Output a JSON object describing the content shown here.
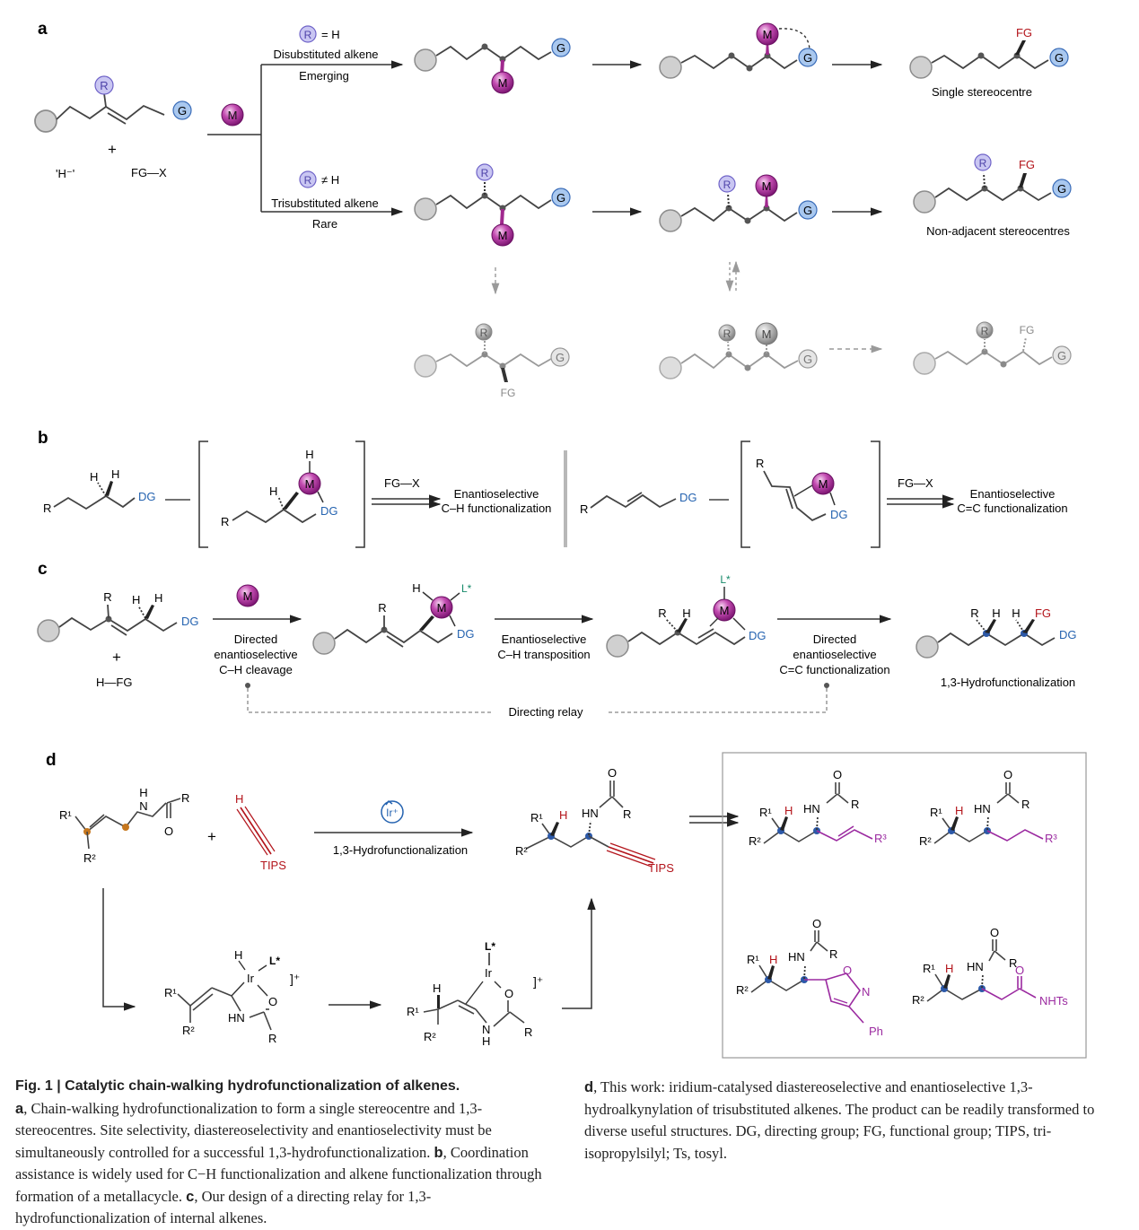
{
  "panels": {
    "a": "a",
    "b": "b",
    "c": "c",
    "d": "d"
  },
  "atoms": {
    "R": "R",
    "G": "G",
    "M": "M",
    "H": "H",
    "FG": "FG",
    "DG": "DG",
    "Lstar": "L*",
    "Ir": "Ir",
    "Irplus": "Ir⁺",
    "TIPS": "TIPS",
    "O": "O",
    "N": "N",
    "HN": "HN",
    "NH": "N",
    "Ph": "Ph",
    "NHTs": "NHTs",
    "R1": "R¹",
    "R2": "R²",
    "R3": "R³",
    "ionic_bracket": "]⁺",
    "hydride": "'H⁻'"
  },
  "panel_a": {
    "plus": "+",
    "reagent": "FG—X",
    "top_condition_eq": "= H",
    "top_label": "Disubstituted alkene",
    "top_sublabel": "Emerging",
    "bottom_condition_eq": "≠ H",
    "bottom_label": "Trisubstituted alkene",
    "bottom_sublabel": "Rare",
    "top_result": "Single stereocentre",
    "bottom_result": "Non-adjacent stereocentres"
  },
  "panel_b": {
    "reagent": "FG—X",
    "left_result_1": "Enantioselective",
    "left_result_2": "C–H functionalization",
    "right_result_1": "Enantioselective",
    "right_result_2": "C=C functionalization"
  },
  "panel_c": {
    "plus": "+",
    "reagent": "H—FG",
    "step1": [
      "Directed",
      "enantioselective",
      "C–H cleavage"
    ],
    "step2": [
      "Enantioselective",
      "C–H transposition"
    ],
    "step3": [
      "Directed",
      "enantioselective",
      "C=C functionalization"
    ],
    "product_label": "1,3-Hydrofunctionalization",
    "relay_label": "Directing relay"
  },
  "panel_d": {
    "plus": "+",
    "arrow_label": "1,3-Hydrofunctionalization"
  },
  "caption": {
    "title": "Fig. 1 | Catalytic chain-walking hydrofunctionalization of alkenes.",
    "a_tag": "a",
    "a_text": ", Chain-walking hydrofunctionalization to form a single stereocentre and 1,3-stereocentres. Site selectivity, diastereoselectivity and enantioselectivity must be simultaneously controlled for a successful 1,3-hydrofunctionalization. ",
    "b_tag": "b",
    "b_text": ", Coordination assistance is widely used for C−H functionalization and alkene functionalization through formation of a metallacycle. ",
    "c_tag": "c",
    "c_text": ", Our design of a directing relay for 1,3-hydrofunctionalization of internal alkenes. ",
    "d_tag": "d",
    "d_text": ", This work: iridium-catalysed diastereoselective and enantioselective 1,3-hydroalkynylation of trisubstituted alkenes. The product can be readily transformed to diverse useful structures. DG, directing group; FG, functional group; TIPS, tri-isopropylsilyl; Ts, tosyl."
  },
  "colors": {
    "metal": "#a0288e",
    "metal_light": "#e2a6dc",
    "R_fill": "#c9c6f2",
    "R_stroke": "#6f63c8",
    "G_fill": "#a9c8ef",
    "G_stroke": "#3a6cb8",
    "stereo_red": "#b3141b",
    "DG_blue": "#2563b0",
    "L_green": "#178a6a",
    "dot_blue": "#2c59a8",
    "dot_orange": "#c6771e",
    "purple_chain": "#9b2aa0",
    "sphere": "#d0d0d0",
    "grey": "#9a9a9a"
  }
}
